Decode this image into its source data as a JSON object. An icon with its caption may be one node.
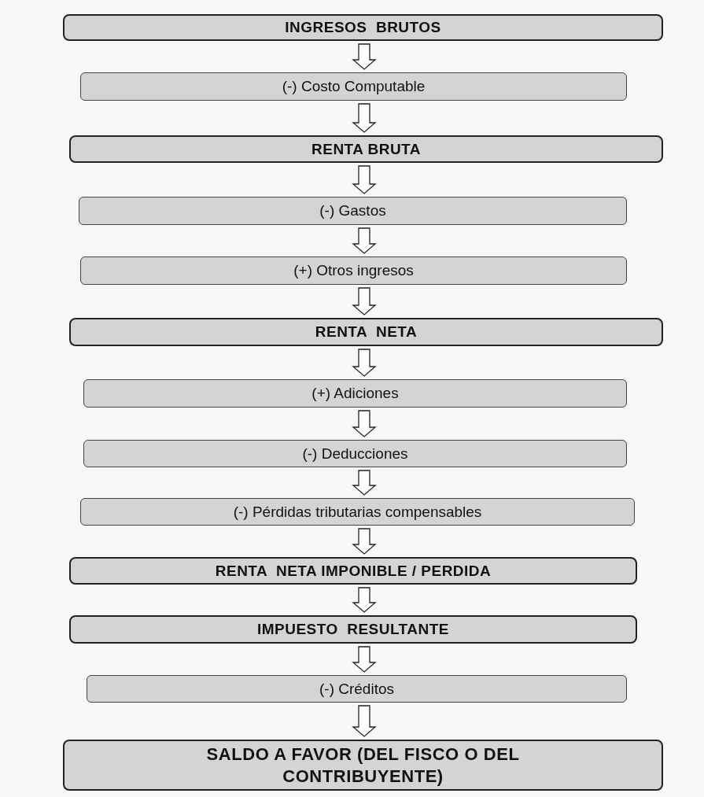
{
  "diagram": {
    "nodes": [
      {
        "text": [
          "INGRESOS  BRUTOS"
        ]
      },
      {
        "text": [
          "(-) Costo Computable"
        ]
      },
      {
        "text": [
          "RENTA BRUTA"
        ]
      },
      {
        "text": [
          "(-) Gastos"
        ]
      },
      {
        "text": [
          "(+) Otros ingresos"
        ]
      },
      {
        "text": [
          "RENTA  NETA"
        ]
      },
      {
        "text": [
          "(+) Adiciones"
        ]
      },
      {
        "text": [
          "(-) Deducciones"
        ]
      },
      {
        "text": [
          "(-) Pérdidas tributarias compensables"
        ]
      },
      {
        "text": [
          "RENTA  NETA IMPONIBLE / PERDIDA"
        ]
      },
      {
        "text": [
          "IMPUESTO  RESULTANTE"
        ]
      },
      {
        "text": [
          "(-) Créditos"
        ]
      },
      {
        "text": [
          "SALDO A FAVOR (DEL FISCO O DEL CONTRIBUYENTE)"
        ]
      }
    ],
    "edges": [
      {
        "from": 0,
        "to": 1,
        "arrow": "to"
      },
      {
        "from": 1,
        "to": 2,
        "arrow": "to"
      },
      {
        "from": 2,
        "to": 3,
        "arrow": "to"
      },
      {
        "from": 3,
        "to": 4,
        "arrow": "to"
      },
      {
        "from": 4,
        "to": 5,
        "arrow": "to"
      },
      {
        "from": 5,
        "to": 6,
        "arrow": "to"
      },
      {
        "from": 6,
        "to": 7,
        "arrow": "to"
      },
      {
        "from": 7,
        "to": 8,
        "arrow": "to"
      },
      {
        "from": 8,
        "to": 9,
        "arrow": "to"
      },
      {
        "from": 9,
        "to": 10,
        "arrow": "to"
      },
      {
        "from": 10,
        "to": 11,
        "arrow": "to"
      },
      {
        "from": 11,
        "to": 12,
        "arrow": "to"
      }
    ]
  }
}
